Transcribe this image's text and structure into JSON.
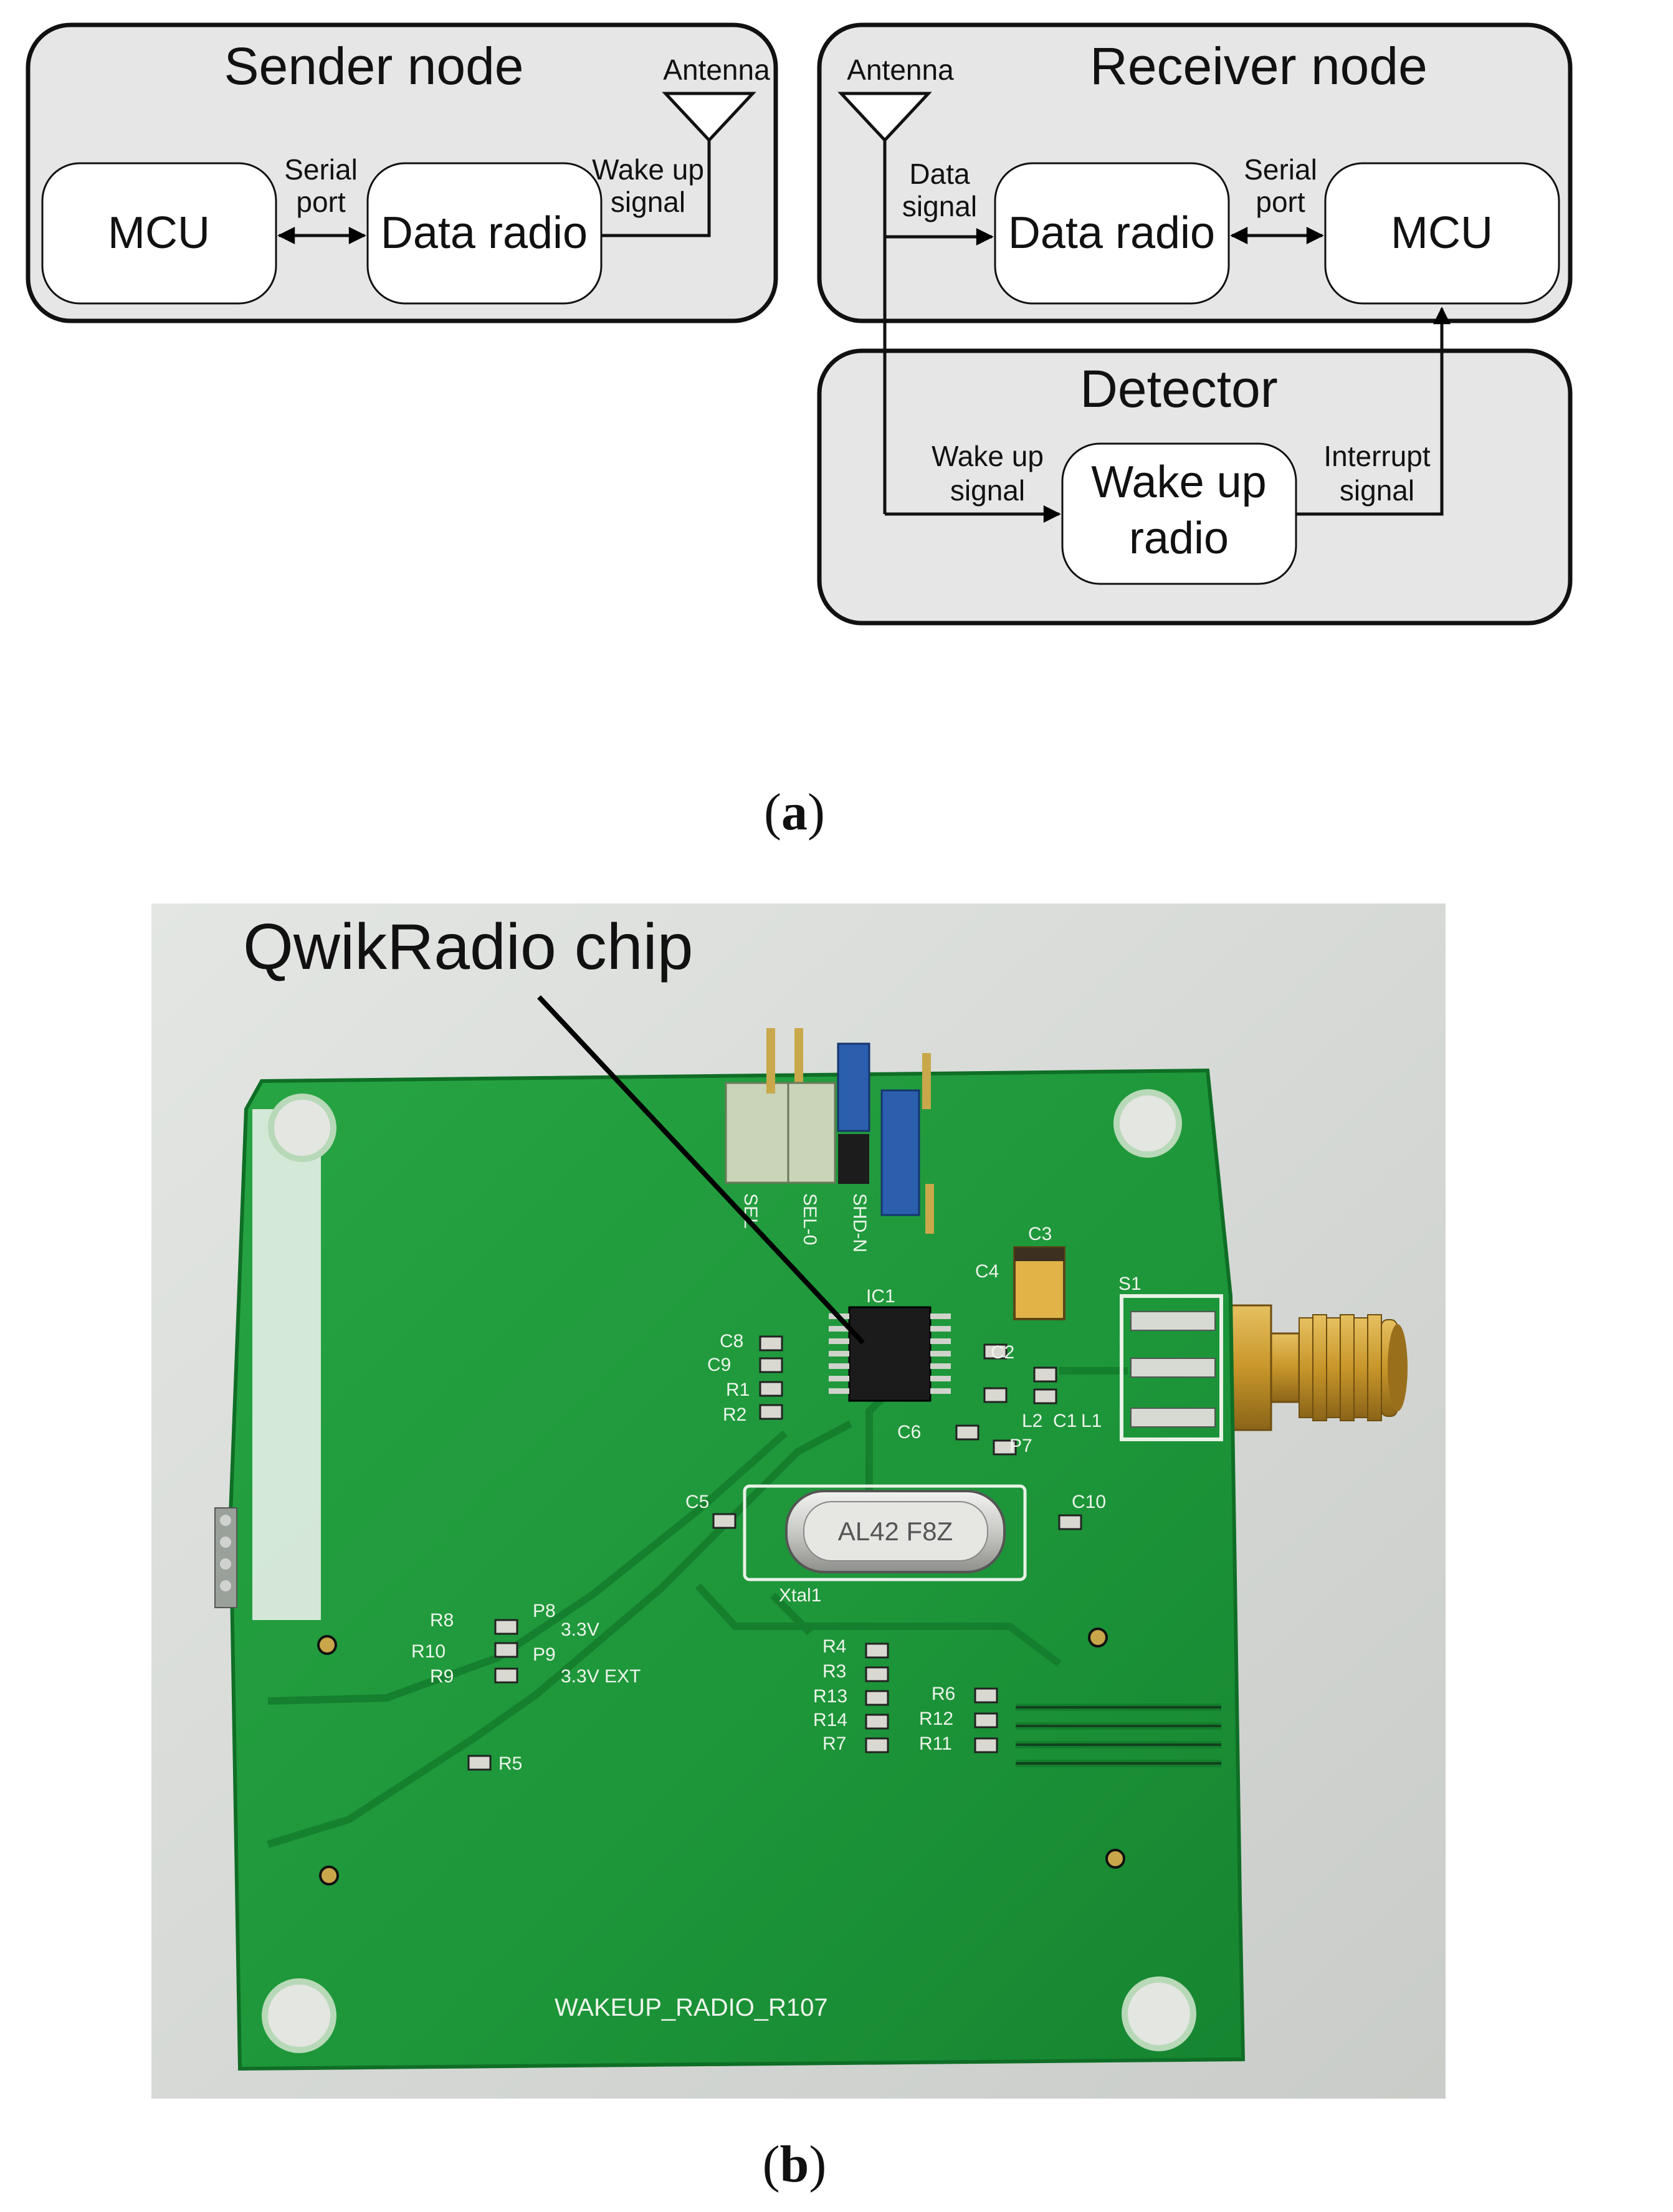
{
  "panel_a": {
    "sender": {
      "title": "Sender node",
      "antenna": "Antenna",
      "mcu": "MCU",
      "data_radio": "Data radio",
      "serial_line1": "Serial",
      "serial_line2": "port",
      "wake_line1": "Wake up",
      "wake_line2": "signal"
    },
    "receiver": {
      "title": "Receiver node",
      "antenna": "Antenna",
      "data_line1": "Data",
      "data_line2": "signal",
      "data_radio": "Data radio",
      "serial_line1": "Serial",
      "serial_line2": "port",
      "mcu": "MCU"
    },
    "detector": {
      "title": "Detector",
      "wake_line1": "Wake up",
      "wake_line2": "signal",
      "radio_line1": "Wake up",
      "radio_line2": "radio",
      "interrupt_line1": "Interrupt",
      "interrupt_line2": "signal"
    },
    "caption": "a"
  },
  "panel_b": {
    "callout": "QwikRadio chip",
    "board_label": "WAKEUP_RADIO_R107",
    "crystal_marking": "AL42 F8Z",
    "crystal_label": "Xtal1",
    "ic_label": "IC1",
    "header_labels": [
      "SEL",
      "SEL-0",
      "SHD-N"
    ],
    "connector_label": "S1",
    "component_labels": [
      "C3",
      "C4",
      "C2",
      "C1",
      "L1",
      "L2",
      "C6",
      "P7",
      "C8",
      "C9",
      "R1",
      "R2",
      "C5",
      "C10",
      "R8",
      "P8",
      "R10",
      "P9",
      "R9",
      "R5",
      "R4",
      "R3",
      "R13",
      "R14",
      "R7",
      "R6",
      "R12",
      "R11"
    ],
    "voltage_labels": [
      "3.3V",
      "3.3V EXT"
    ],
    "caption": "b",
    "colors": {
      "pcb": "#1f9a3c",
      "pcb_dark": "#137a2c",
      "silkscreen": "#e8f2e6",
      "gold": "#c8962a",
      "background": "#d9dcd9"
    }
  }
}
